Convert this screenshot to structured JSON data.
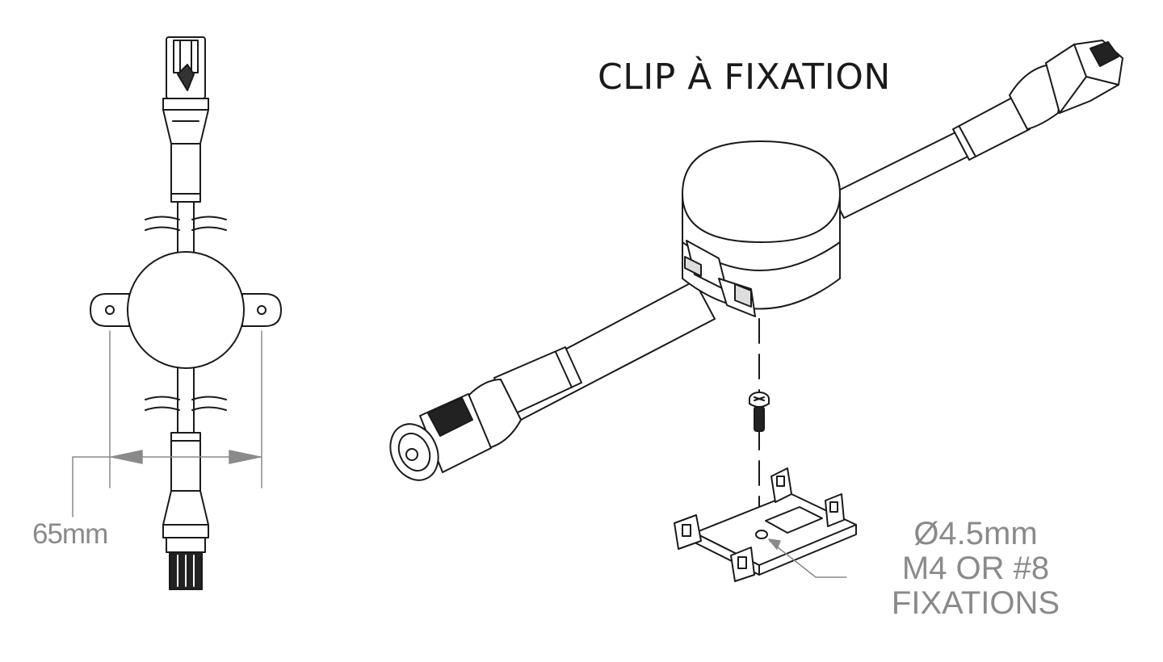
{
  "title": "CLIP À FIXATION",
  "dimension": {
    "width_label": "65mm"
  },
  "mounting_note": {
    "line1": "Ø4.5mm",
    "line2": "M4 OR #8",
    "line3": "FIXATIONS"
  },
  "colors": {
    "line": "#1a1a1a",
    "dimension": "#8a8a8a"
  }
}
